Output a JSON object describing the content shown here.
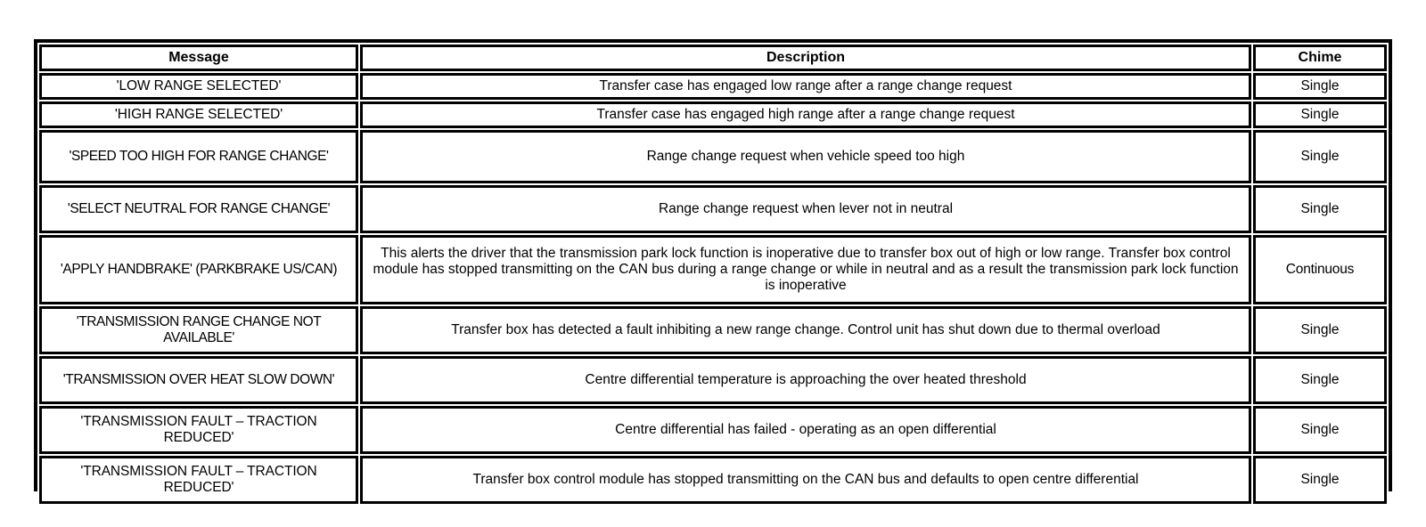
{
  "document": {
    "type": "table",
    "background_color": "#ffffff",
    "text_color": "#000000",
    "border_color": "#000000"
  },
  "table": {
    "columns": [
      {
        "key": "message",
        "label": "Message"
      },
      {
        "key": "description",
        "label": "Description"
      },
      {
        "key": "chime",
        "label": "Chime"
      }
    ],
    "rows": [
      {
        "message": "'LOW RANGE SELECTED'",
        "description": "Transfer case has engaged low range after a range change request",
        "chime": "Single"
      },
      {
        "message": "'HIGH RANGE SELECTED'",
        "description": "Transfer case has engaged high range after a range change request",
        "chime": "Single"
      },
      {
        "message": "'SPEED TOO HIGH FOR RANGE CHANGE'",
        "description": "Range change request when vehicle speed too high",
        "chime": "Single"
      },
      {
        "message": "'SELECT NEUTRAL FOR RANGE CHANGE'",
        "description": "Range change request when lever not in neutral",
        "chime": "Single"
      },
      {
        "message": "'APPLY HANDBRAKE' (PARKBRAKE US/CAN)",
        "description": "This alerts the driver that the transmission park lock function is inoperative due to transfer box out of high or low range. Transfer box control module has stopped transmitting on the CAN bus during a range change or while in neutral and as a result the transmission park lock function is inoperative",
        "chime": "Continuous"
      },
      {
        "message": "'TRANSMISSION RANGE CHANGE NOT AVAILABLE'",
        "description": "Transfer box has detected a fault inhibiting a new range change. Control unit has shut down due to thermal overload",
        "chime": "Single"
      },
      {
        "message": "'TRANSMISSION OVER HEAT SLOW DOWN'",
        "description": "Centre differential temperature is approaching the over heated threshold",
        "chime": "Single"
      },
      {
        "message": "'TRANSMISSION FAULT – TRACTION REDUCED'",
        "description": "Centre differential has failed - operating as an open differential",
        "chime": "Single"
      },
      {
        "message": "'TRANSMISSION FAULT – TRACTION REDUCED'",
        "description": "Transfer box control module has stopped transmitting on the CAN bus and defaults to open centre differential",
        "chime": "Single"
      }
    ]
  }
}
